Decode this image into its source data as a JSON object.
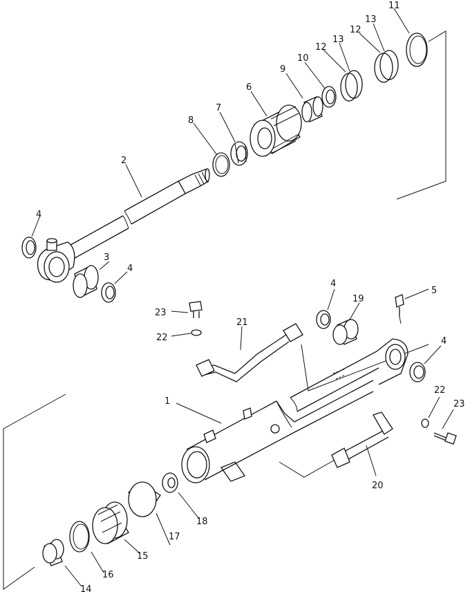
{
  "diagram": {
    "type": "exploded parts view",
    "callouts": [
      {
        "id": "c1",
        "label": "1"
      },
      {
        "id": "c2",
        "label": "2"
      },
      {
        "id": "c3",
        "label": "3"
      },
      {
        "id": "c4a",
        "label": "4"
      },
      {
        "id": "c4b",
        "label": "4"
      },
      {
        "id": "c4c",
        "label": "4"
      },
      {
        "id": "c4d",
        "label": "4"
      },
      {
        "id": "c5",
        "label": "5"
      },
      {
        "id": "c6",
        "label": "6"
      },
      {
        "id": "c7",
        "label": "7"
      },
      {
        "id": "c8",
        "label": "8"
      },
      {
        "id": "c9",
        "label": "9"
      },
      {
        "id": "c10",
        "label": "10"
      },
      {
        "id": "c11",
        "label": "11"
      },
      {
        "id": "c12a",
        "label": "12"
      },
      {
        "id": "c12b",
        "label": "12"
      },
      {
        "id": "c13a",
        "label": "13"
      },
      {
        "id": "c13b",
        "label": "13"
      },
      {
        "id": "c14",
        "label": "14"
      },
      {
        "id": "c15",
        "label": "15"
      },
      {
        "id": "c16",
        "label": "16"
      },
      {
        "id": "c17",
        "label": "17"
      },
      {
        "id": "c18",
        "label": "18"
      },
      {
        "id": "c19",
        "label": "19"
      },
      {
        "id": "c20",
        "label": "20"
      },
      {
        "id": "c21",
        "label": "21"
      },
      {
        "id": "c22a",
        "label": "22"
      },
      {
        "id": "c22b",
        "label": "22"
      },
      {
        "id": "c23a",
        "label": "23"
      },
      {
        "id": "c23b",
        "label": "23"
      }
    ]
  }
}
